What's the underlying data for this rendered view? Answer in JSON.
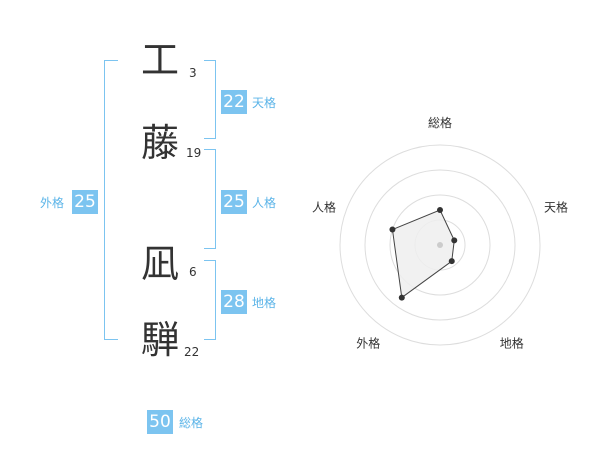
{
  "colors": {
    "badge": "#7cc4f0",
    "label": "#5bb4e8",
    "bracket": "#7cc4f0",
    "radar_point": "#333333",
    "radar_fill": "#eeeeee"
  },
  "name": {
    "characters": [
      {
        "char": "工",
        "strokes": "3"
      },
      {
        "char": "藤",
        "strokes": "19"
      },
      {
        "char": "凪",
        "strokes": "6"
      },
      {
        "char": "騨",
        "strokes": "22"
      }
    ]
  },
  "fortune": {
    "tenkaku": {
      "value": "22",
      "label": "天格"
    },
    "jinkaku": {
      "value": "25",
      "label": "人格"
    },
    "chikaku": {
      "value": "28",
      "label": "地格"
    },
    "gaikaku": {
      "value": "25",
      "label": "外格"
    },
    "soukaku": {
      "value": "50",
      "label": "総格"
    }
  },
  "chart_data": {
    "type": "radar",
    "axes": [
      "総格",
      "天格",
      "地格",
      "外格",
      "人格"
    ],
    "rings": 4,
    "max": 4,
    "values": [
      1.4,
      0.6,
      0.8,
      2.6,
      2.0
    ]
  }
}
